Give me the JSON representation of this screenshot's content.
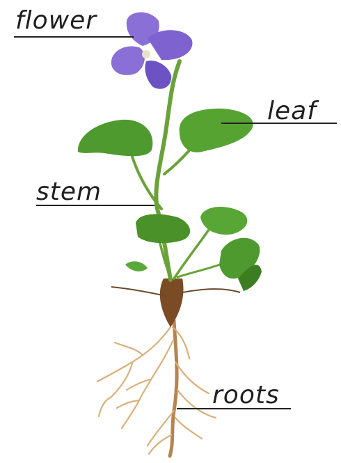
{
  "labels": {
    "flower": "flower",
    "leaf": "leaf",
    "stem": "stem",
    "roots": "roots"
  },
  "colors": {
    "petal": "#8a6fd6",
    "petal_dark": "#6d52c4",
    "leaf": "#4f9a2e",
    "leaf_dark": "#3c7d22",
    "stem": "#6aa23a",
    "root": "#d9b07a",
    "root_dark": "#8a5a2b",
    "line": "#222222",
    "text": "#1f1f1f"
  }
}
